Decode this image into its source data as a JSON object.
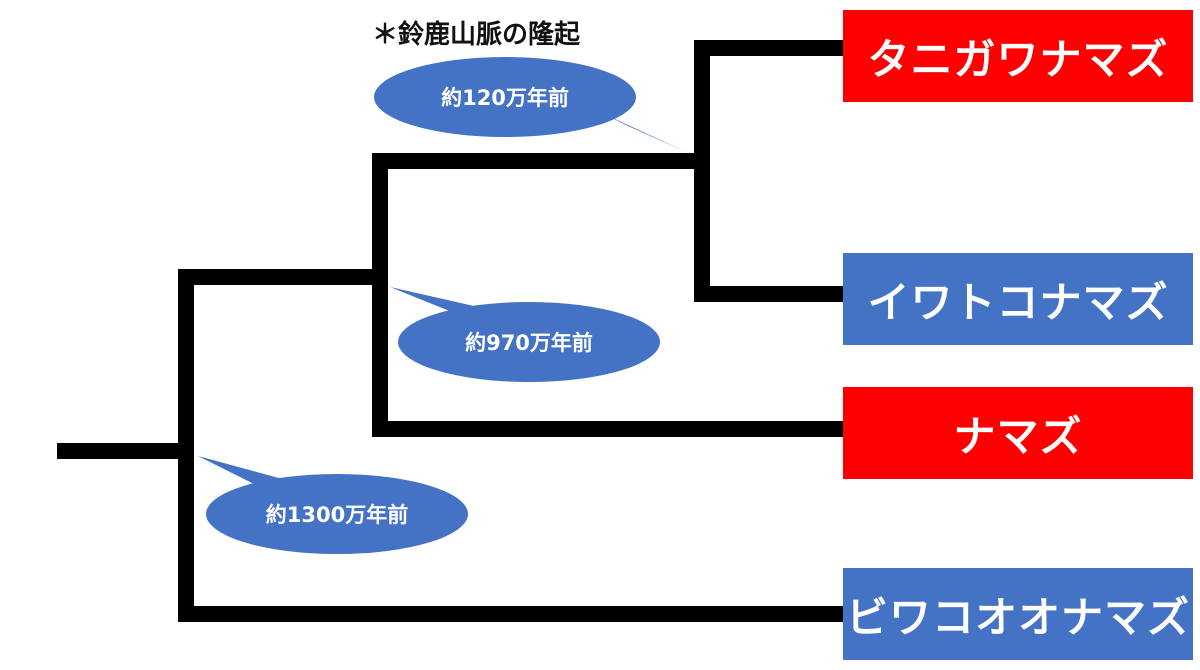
{
  "annotation": "＊鈴鹿山脈の隆起",
  "species": [
    {
      "label": "タニガワナマズ",
      "color": "#ff0000"
    },
    {
      "label": "イワトコナマズ",
      "color": "#4472c4"
    },
    {
      "label": "ナマズ",
      "color": "#ff0000"
    },
    {
      "label": "ビワコオオナマズ",
      "color": "#4472c4"
    }
  ],
  "divergences": [
    {
      "label": "約120万年前"
    },
    {
      "label": "約970万年前"
    },
    {
      "label": "約1300万年前"
    }
  ],
  "colors": {
    "branch": "#000000",
    "callout": "#4472c4",
    "callout_text": "#ffffff"
  }
}
